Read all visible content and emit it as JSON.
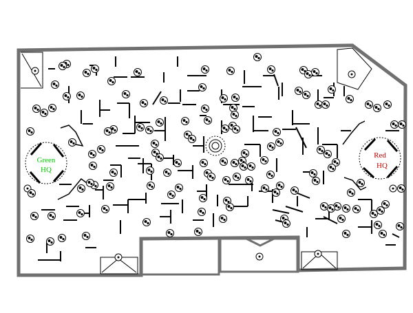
{
  "map": {
    "colors": {
      "background": "#ffffff",
      "wall": "#000000",
      "outline": "#808080",
      "green_team": "#00c800",
      "red_team": "#c00000"
    },
    "bases": {
      "green": {
        "line1": "Green",
        "line2": "HQ"
      },
      "red": {
        "line1": "Red",
        "line2": "HQ"
      }
    },
    "icons": {
      "obstacle": "tree-icon",
      "spawn": "spawn-point-icon",
      "objective": "central-objective-icon"
    }
  }
}
